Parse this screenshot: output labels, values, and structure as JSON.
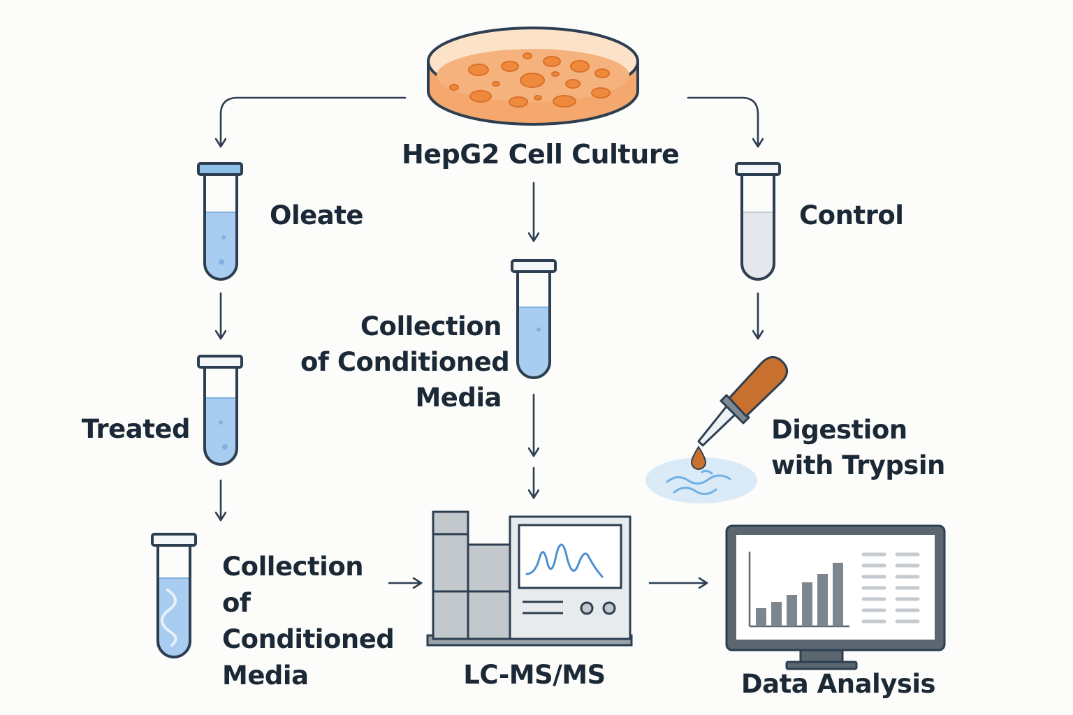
{
  "title": "HepG2 Cell Culture",
  "left_branch": {
    "step1": "Oleate",
    "step2": "Treated",
    "step3_lines": [
      "Collection",
      "of",
      "Conditioned",
      "Media"
    ]
  },
  "center_branch": {
    "step1_lines": [
      "Collection",
      "of Conditioned",
      "Media"
    ],
    "instrument": "LC-MS/MS"
  },
  "right_branch": {
    "step1": "Control",
    "step2_lines": [
      "Digestion",
      "with Trypsin"
    ]
  },
  "output": "Data Analysis",
  "colors": {
    "text": "#1b2836",
    "outline": "#2c3e50",
    "liquid": "#a9cdf0",
    "tube_cap": "#8fc0e8",
    "dish_fill": "#f6b27c",
    "cell": "#ef8a3c",
    "dropper_bulb": "#c8702e",
    "instrument": "#c3c8cd",
    "plot_line": "#4a8fd0"
  },
  "icons": [
    "petri-dish-icon",
    "test-tube-icon",
    "dropper-icon",
    "mass-spectrometer-icon",
    "monitor-chart-icon"
  ]
}
